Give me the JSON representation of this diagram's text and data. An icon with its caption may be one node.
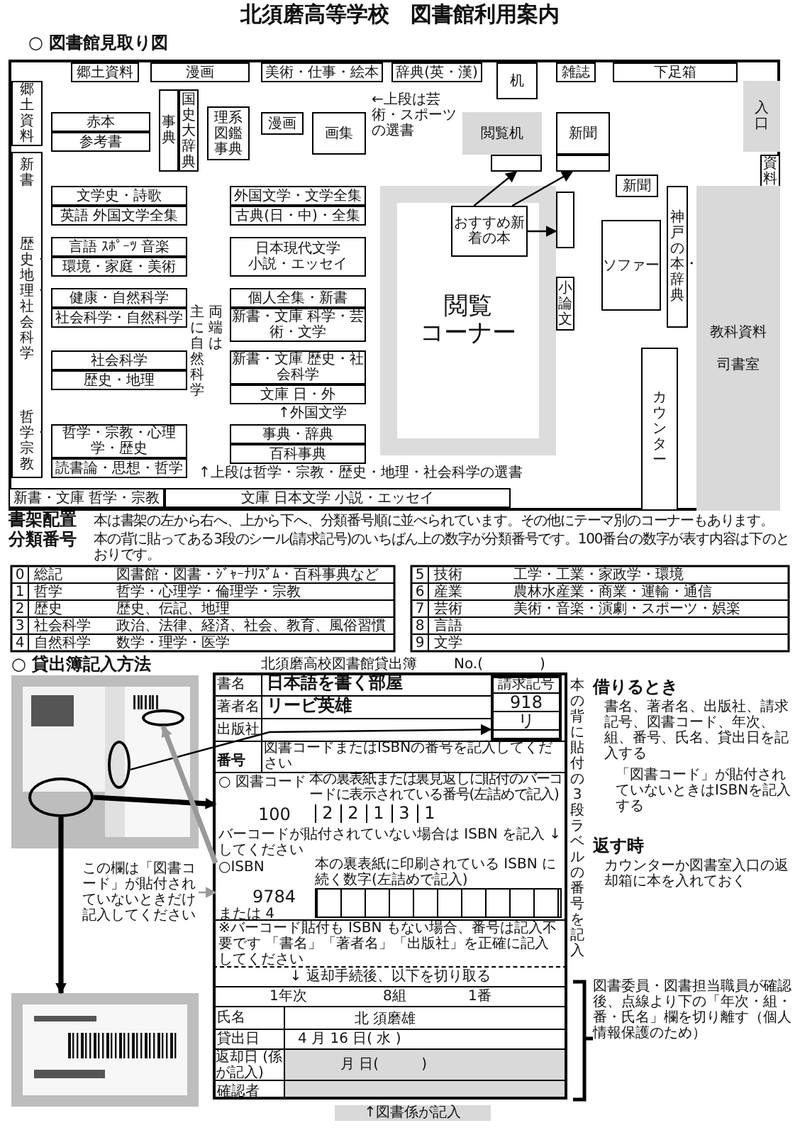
{
  "diagram": {
    "title": "北須磨高等学校　図書館利用案内",
    "nodes": [
      {
        "text": [],
        "shape": "box"
      },
      {
        "text": [
          "郷土資料"
        ],
        "in": 0
      },
      {
        "text": [
          "漫画"
        ],
        "in": 0
      },
      {
        "text": [
          "美術・仕事・絵本"
        ],
        "in": 0
      },
      {
        "text": [
          "辞典(英・漢)"
        ],
        "in": 0
      },
      {
        "text": [
          "机"
        ],
        "in": 0
      },
      {
        "text": [
          "雑誌"
        ],
        "in": 0
      },
      {
        "text": [
          "下足箱"
        ],
        "in": 0
      },
      {
        "text": [
          "入口"
        ],
        "in": 0
      },
      {
        "text": [
          "資料"
        ],
        "in": 0
      },
      {
        "text": [
          "郷土資料"
        ],
        "in": 0
      },
      {
        "text": [
          "新書",
          "歴史・地理・社会科学",
          "哲学・宗教"
        ],
        "in": 0
      },
      {
        "text": [
          "赤本"
        ],
        "in": 0
      },
      {
        "text": [
          "参考書"
        ],
        "in": 0
      },
      {
        "text": [
          "事典"
        ],
        "in": 0
      },
      {
        "text": [
          "国史大辞典"
        ],
        "in": 0
      },
      {
        "text": [
          "理系図鑑事典"
        ],
        "in": 0
      },
      {
        "text": [
          "漫画"
        ],
        "in": 0
      },
      {
        "text": [
          "画集"
        ],
        "in": 0
      },
      {
        "text": [
          "文学史・詩歌"
        ],
        "in": 0
      },
      {
        "text": [
          "英語 外国文学全集"
        ],
        "in": 0
      },
      {
        "text": [
          "外国文学・文学全集"
        ],
        "in": 0
      },
      {
        "text": [
          "古典(日・中)・全集"
        ],
        "in": 0
      },
      {
        "text": [
          "言語 ｽﾎﾟｰﾂ 音楽"
        ],
        "in": 0
      },
      {
        "text": [
          "環境・家庭・美術"
        ],
        "in": 0
      },
      {
        "text": [
          "日本現代文学",
          "小説・エッセイ"
        ],
        "in": 0
      },
      {
        "text": [
          "健康・自然科学"
        ],
        "in": 0
      },
      {
        "text": [
          "社会科学・自然科学"
        ],
        "in": 0
      },
      {
        "text": [
          "個人全集・新書"
        ],
        "in": 0
      },
      {
        "text": [
          "新書・文庫 科学・芸術・文学"
        ],
        "in": 0
      },
      {
        "text": [
          "社会科学"
        ],
        "in": 0
      },
      {
        "text": [
          "歴史・地理"
        ],
        "in": 0
      },
      {
        "text": [
          "新書・文庫 歴史・社会科学"
        ],
        "in": 0
      },
      {
        "text": [
          "文庫 日・外"
        ],
        "in": 0
      },
      {
        "text": [
          "哲学・宗教・心理学・歴史"
        ],
        "in": 0
      },
      {
        "text": [
          "読書論・思想・哲学"
        ],
        "in": 0
      },
      {
        "text": [
          "事典・辞典"
        ],
        "in": 0
      },
      {
        "text": [
          "百科事典"
        ],
        "in": 0
      },
      {
        "text": [
          "新書・文庫 哲学・宗教"
        ],
        "in": 0
      },
      {
        "text": [
          "文庫 日本文学 小説・エッセイ"
        ],
        "in": 0
      },
      {
        "text": [
          "閲覧",
          "コーナー"
        ],
        "in": 0
      },
      {
        "text": [
          "閲覧机"
        ],
        "in": 0
      },
      {
        "text": [],
        "shape": "box",
        "in": 0
      },
      {
        "text": [
          "新聞"
        ],
        "in": 0
      },
      {
        "text": [],
        "shape": "box",
        "in": 0
      },
      {
        "text": [
          "おすすめ新着の本"
        ],
        "in": 40
      },
      {
        "text": [],
        "shape": "box",
        "in": 0
      },
      {
        "text": [
          "小論文"
        ],
        "in": 0
      },
      {
        "text": [
          "新聞"
        ],
        "in": 0
      },
      {
        "text": [
          "ソファー"
        ],
        "in": 0
      },
      {
        "text": [
          "神戸の本・辞典"
        ],
        "in": 0
      },
      {
        "text": [
          "カウンター"
        ],
        "in": 0
      },
      {
        "text": [
          "教科資料",
          "司書室"
        ],
        "in": 0
      },
      {
        "text": [],
        "shape": "picture"
      },
      {
        "text": [],
        "shape": "circle",
        "in": 53
      },
      {
        "text": [],
        "shape": "circle",
        "in": 53
      },
      {
        "text": [],
        "shape": "circle",
        "in": 53
      },
      {
        "text": [],
        "shape": "picture"
      },
      {
        "text": [
          "この欄は「図書コード」が貼付されていないときだけ記入してください"
        ]
      },
      {
        "text": [
          "書名",
          "日本語を書く部屋",
          "著者名",
          "リービ英雄",
          "出版社",
          "番号",
          "図書コードまたはISBNの番号を記入してください",
          "バーコードが貼付されていない場合は ISBN を記入 ↓ してください",
          "※バーコード貼付も ISBN もない場合、番号は記入不要です 「書名」「著者名」「出版社」を正確に記入してください",
          "↓ 返却手続後、以下を切り取る",
          "1年次",
          "8組",
          "1番",
          "氏名",
          "北 須磨雄",
          "貸出日",
          "4 月 16 日( 水 )",
          "返却日 (係が記入)",
          "月 日(　　　)",
          "確認者"
        ]
      },
      {
        "text": [
          "請求記号",
          "918",
          "リ"
        ],
        "in": 59
      },
      {
        "text": [
          "○ 図書コード",
          "本の裏表紙または裏見返しに貼付のバーコードに表示されている番号(左詰めで記入)",
          "100",
          "2",
          "2",
          "1",
          "3",
          "1"
        ],
        "in": 59
      },
      {
        "text": [
          "○ISBN",
          "本の裏表紙に印刷されている ISBN に続く数字(左詰めで記入)",
          "9784",
          "または 4"
        ],
        "in": 59
      }
    ],
    "edges": [
      {
        "from": 45,
        "to": 42,
        "arrow": "to"
      },
      {
        "from": 45,
        "to": 44,
        "arrow": "to"
      },
      {
        "from": 45,
        "to": 46,
        "arrow": "to"
      },
      {
        "from": 55,
        "to": 60,
        "arrow": "to"
      },
      {
        "from": 56,
        "to": 61,
        "arrow": "to",
        "style": "thick"
      },
      {
        "from": 62,
        "to": 54,
        "arrow": "to",
        "style": "thick",
        "color": "#999999"
      },
      {
        "from": 58,
        "to": 62,
        "arrow": "to",
        "color": "#999999"
      },
      {
        "from": 56,
        "to": 57,
        "arrow": "to",
        "style": "thick"
      }
    ],
    "labels": [
      "○ 図書館見取り図",
      "←上段は芸術・スポーツの選書",
      "両端は",
      "主に自然科学",
      "↑外国文学",
      "↑上段は哲学・宗教・歴史・地理・社会科学の選書",
      "書架配置",
      "本は書架の左から右へ、上から下へ、分類番号順に並べられています。その他にテーマ別のコーナーもあります。",
      "分類番号",
      "本の背に貼ってある3段のシール(請求記号)のいちばん上の数字が分類番号です。100番台の数字が表す内容は下のとおりです。",
      "0",
      "総記",
      "図書館・図書・ｼﾞｬｰﾅﾘｽﾞﾑ・百科事典など",
      "1",
      "哲学",
      "哲学・心理学・倫理学・宗教",
      "2",
      "歴史",
      "歴史、伝記、地理",
      "3",
      "社会科学",
      "政治、法律、経済、社会、教育、風俗習慣",
      "4",
      "自然科学",
      "数学・理学・医学",
      "5",
      "技術",
      "工学・工業・家政学・環境",
      "6",
      "産業",
      "農林水産業・商業・運輸・通信",
      "7",
      "芸術",
      "美術・音楽・演劇・スポーツ・娯楽",
      "8",
      "言語",
      "9",
      "文学",
      "○ 貸出簿記入方法",
      "北須磨高校図書館貸出簿",
      "No.(　　　　)",
      "本の背に貼付の3段ラベルの番号を記入",
      "借りるとき",
      "書名、著者名、出版社、請求記号、図書コード、年次、組、番号、氏名、貸出日を記入する",
      "「図書コード」が貼付されていないときはISBNを記入する",
      "返す時",
      "カウンターか図書室入口の返却箱に本を入れておく",
      "図書委員・図書担当職員が確認後、点線より下の「年次・組・番・氏名」欄を切り離す（個人情報保護のため）",
      "↑図書係が記入"
    ]
  }
}
